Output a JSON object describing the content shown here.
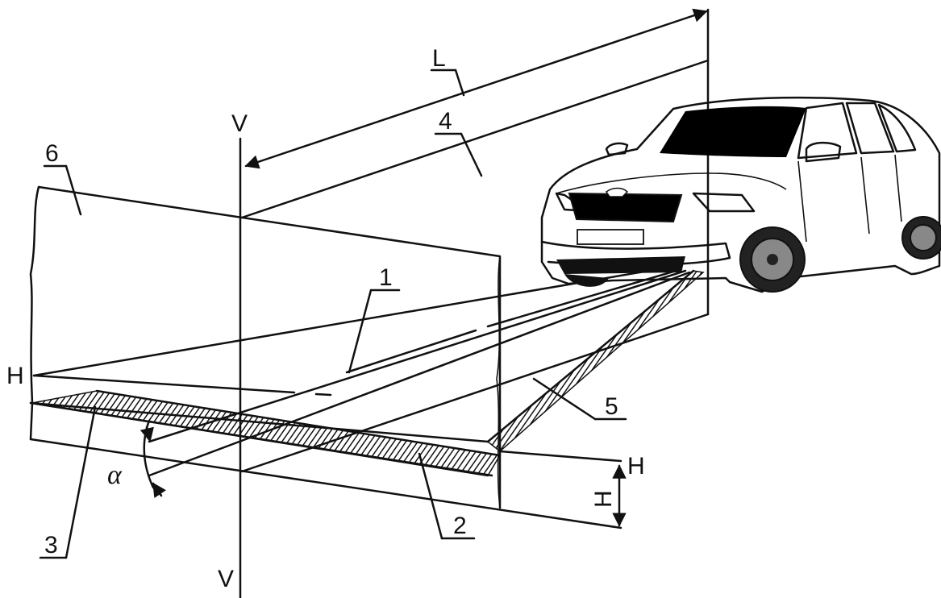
{
  "labels": {
    "L": "L",
    "V_top": "V",
    "V_bottom": "V",
    "H_left": "H",
    "H_right": "H",
    "H_height": "H",
    "alpha": "α",
    "n1": "1",
    "n2": "2",
    "n3": "3",
    "n4": "4",
    "n5": "5",
    "n6": "6"
  },
  "colors": {
    "ink": "#111111",
    "background": "#ffffff",
    "car_window": "#000000"
  }
}
